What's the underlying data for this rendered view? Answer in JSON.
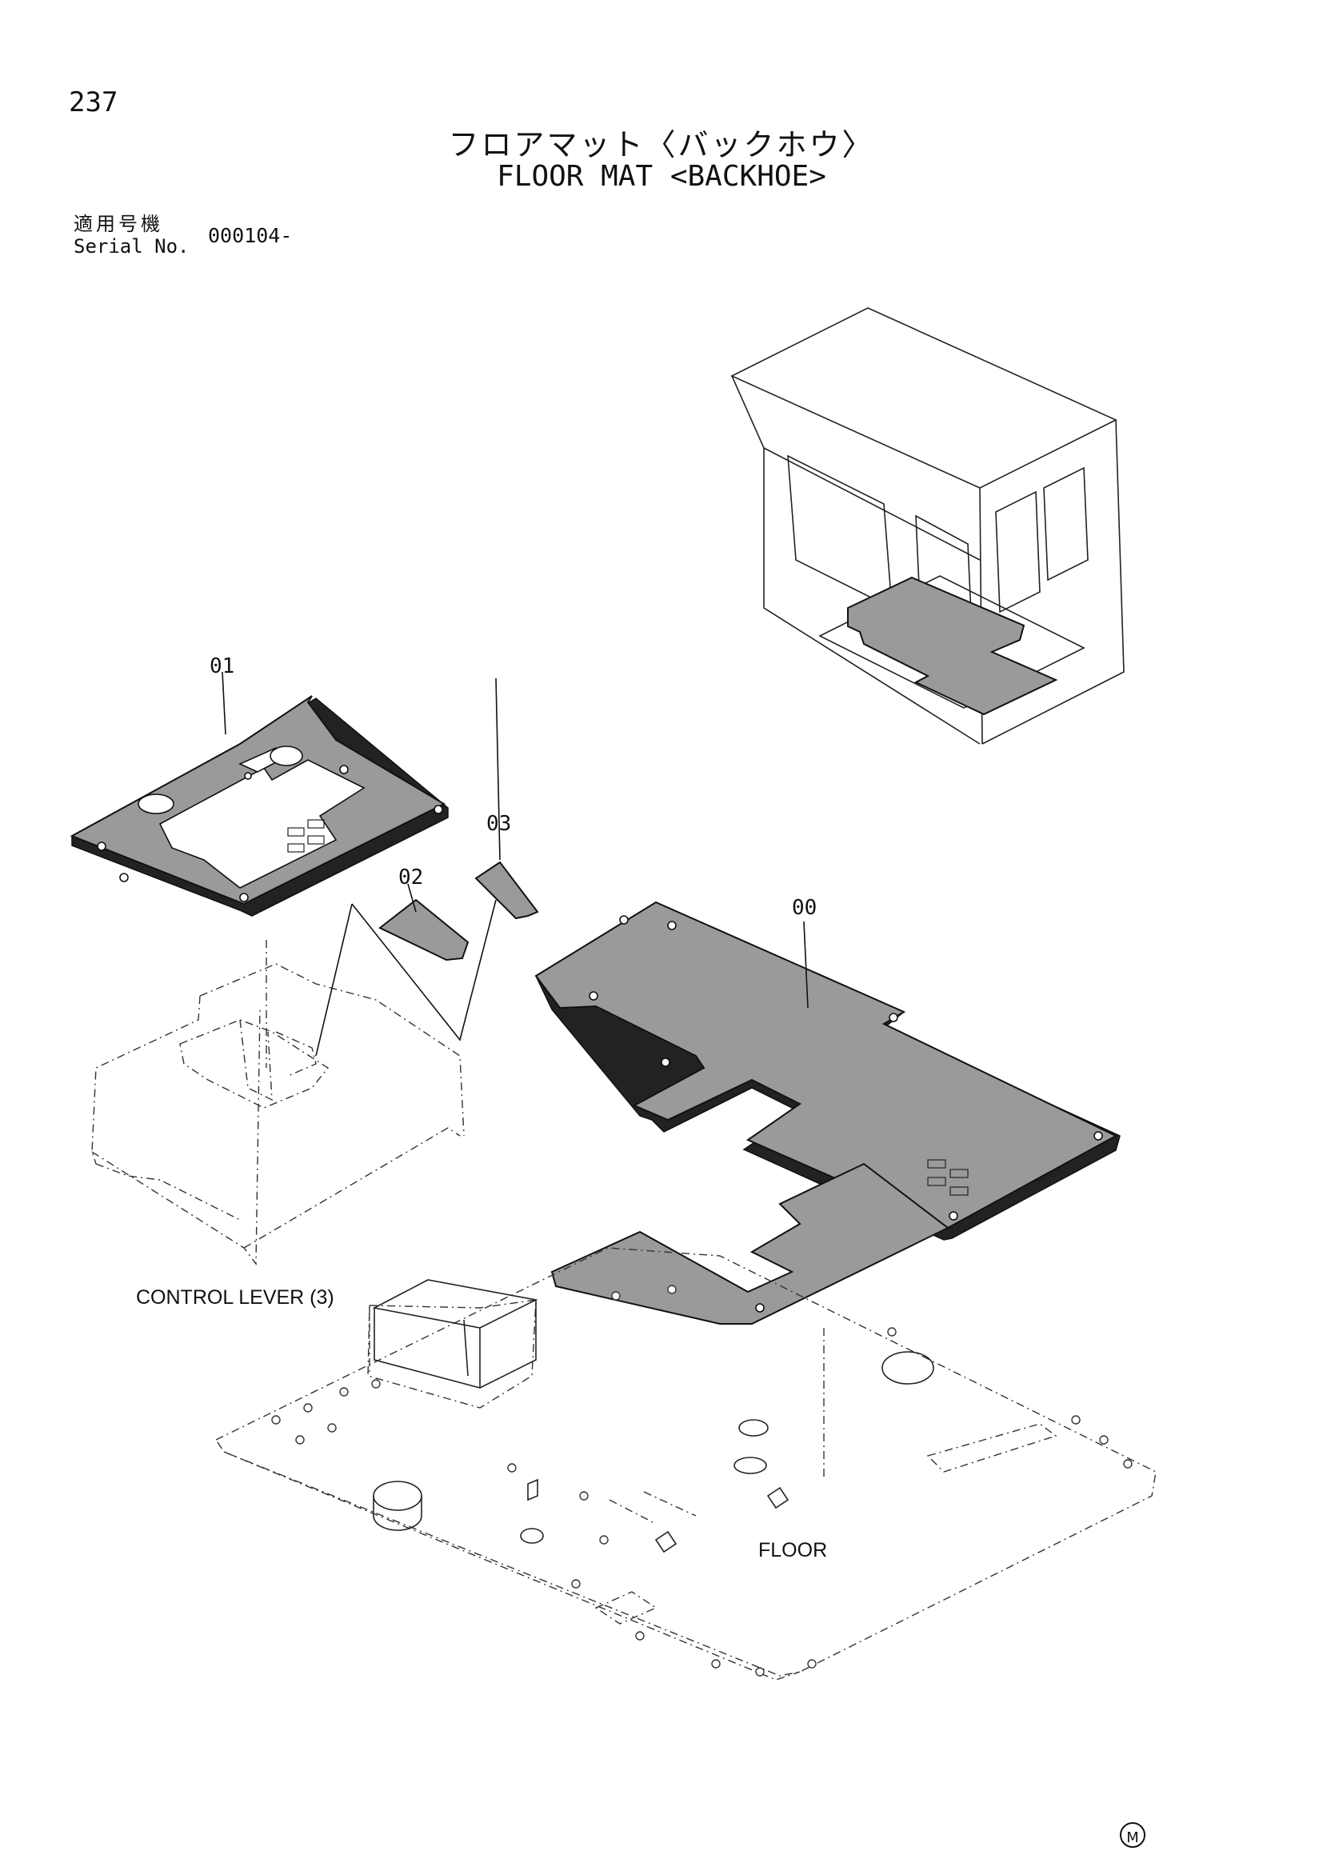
{
  "page_number": "237",
  "title_jp": "フロアマット〈バックホウ〉",
  "title_en": "FLOOR MAT <BACKHOE>",
  "serial": {
    "label_jp": "適用号機",
    "label_en": "Serial No.",
    "value": "000104-"
  },
  "callouts": {
    "p00": "00",
    "p01": "01",
    "p02": "02",
    "p03": "03"
  },
  "labels": {
    "control_lever": "CONTROL LEVER (3)",
    "floor": "FLOOR"
  },
  "mark": "M"
}
